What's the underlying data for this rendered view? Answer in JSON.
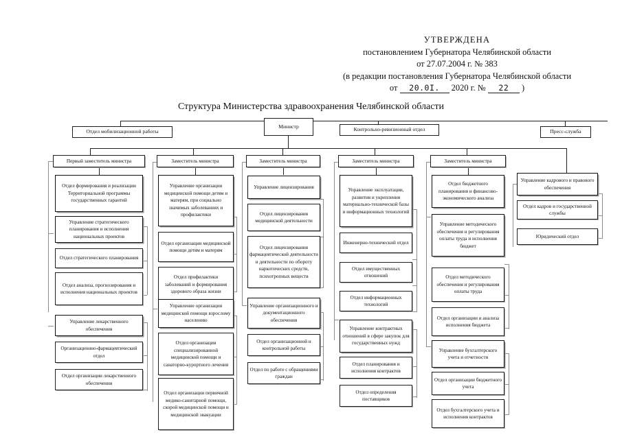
{
  "document": {
    "approval": {
      "line1": "УТВЕРЖДЕНА",
      "line2": "постановлением Губернатора Челябинской области",
      "line3": "от 27.07.2004 г. № 383",
      "line4": "(в редакции постановления Губернатора Челябинской области",
      "line5_prefix": "от",
      "line5_date": "20.0I.",
      "line5_year": "2020 г. №",
      "line5_number": "22",
      "line5_suffix": ")"
    },
    "chart_title": "Структура Министерства здравоохранения Челябинской области"
  },
  "chart": {
    "minister": "Министр",
    "top_units": [
      {
        "label": "Отдел мобилизационной работы"
      },
      {
        "label": "Контрольно-ревизионный отдел"
      },
      {
        "label": "Пресс-служба"
      }
    ],
    "columns": [
      {
        "head": "Первый заместитель министра",
        "nodes": [
          {
            "label": "Отдел формирования и реализации Территориальной программы государственных гарантий",
            "weight": "heavy"
          },
          {
            "label": "Управление стратегического планирования и исполнения национальных проектов",
            "weight": "heavy"
          },
          {
            "label": "Отдел стратегического планирования",
            "weight": "light"
          },
          {
            "label": "Отдел анализа, прогнозирования и исполнения национальных проектов",
            "weight": "light"
          },
          {
            "label": "Управление лекарственного обеспечения",
            "weight": "heavy"
          },
          {
            "label": "Организационно-фармацевтический отдел",
            "weight": "light"
          },
          {
            "label": "Отдел организации лекарственного обеспечения",
            "weight": "light"
          }
        ]
      },
      {
        "head": "Заместитель министра",
        "nodes": [
          {
            "label": "Управление организации медицинской помощи детям и матерям, при социально значимых заболеваниях и профилактики",
            "weight": "heavy"
          },
          {
            "label": "Отдел организации медицинской помощи детям и матерям",
            "weight": "light"
          },
          {
            "label": "Отдел профилактики заболеваний и формирования здорового образа жизни",
            "weight": "light"
          },
          {
            "label": "Управление организации медицинской помощи взрослому населению",
            "weight": "heavy"
          },
          {
            "label": "Отдел организации специализированной медицинской помощи и санаторно-курортного лечения",
            "weight": "light"
          },
          {
            "label": "Отдел организации первичной медико-санитарной помощи, скорой медицинской помощи и медицинской эвакуации",
            "weight": "light"
          }
        ]
      },
      {
        "head": "Заместитель министра",
        "nodes": [
          {
            "label": "Управление лицензирования",
            "weight": "heavy"
          },
          {
            "label": "Отдел лицензирования медицинской деятельности",
            "weight": "light"
          },
          {
            "label": "Отдел лицензирования фармацевтической деятельности и деятельности по обороту наркотических средств, психотропных веществ",
            "weight": "light"
          },
          {
            "label": "Управление организационного и документационного обеспечения",
            "weight": "heavy"
          },
          {
            "label": "Отдел организационной и контрольной работы",
            "weight": "light"
          },
          {
            "label": "Отдел по работе с обращениями граждан",
            "weight": "light"
          }
        ]
      },
      {
        "head": "Заместитель министра",
        "nodes": [
          {
            "label": "Управление эксплуатации, развития и укрепления материально-технической базы и информационных технологий",
            "weight": "heavy"
          },
          {
            "label": "Инженерно-технический отдел",
            "weight": "light"
          },
          {
            "label": "Отдел имущественных отношений",
            "weight": "light"
          },
          {
            "label": "Отдел информационных технологий",
            "weight": "light"
          },
          {
            "label": "Управление контрактных отношений в сфере закупок для государственных нужд",
            "weight": "heavy"
          },
          {
            "label": "Отдел планирования и исполнения контрактов",
            "weight": "light"
          },
          {
            "label": "Отдел определения поставщиков",
            "weight": "light"
          }
        ]
      },
      {
        "head": "Заместитель министра",
        "nodes": [
          {
            "label": "Отдел бюджетного планирования и финансово-экономического анализа",
            "weight": "heavy"
          },
          {
            "label": "Управление методического обеспечения и регулирования оплаты труда и исполнения бюджет",
            "weight": "heavy"
          },
          {
            "label": "Отдел методического обеспечения и регулирования оплаты труда",
            "weight": "light"
          },
          {
            "label": "Отдел организации и анализа исполнения бюджета",
            "weight": "light"
          },
          {
            "label": "Управление бухгалтерского учета и отчетности",
            "weight": "heavy"
          },
          {
            "label": "Отдел организации бюджетного учета",
            "weight": "light"
          },
          {
            "label": "Отдел бухгалтерского учета и исполнения контрактов",
            "weight": "light"
          }
        ]
      },
      {
        "head": null,
        "nodes": [
          {
            "label": "Управление кадрового и правового обеспечения",
            "weight": "heavy"
          },
          {
            "label": "Отдел кадров и государственной службы",
            "weight": "light"
          },
          {
            "label": "Юридический отдел",
            "weight": "light"
          }
        ]
      }
    ]
  }
}
